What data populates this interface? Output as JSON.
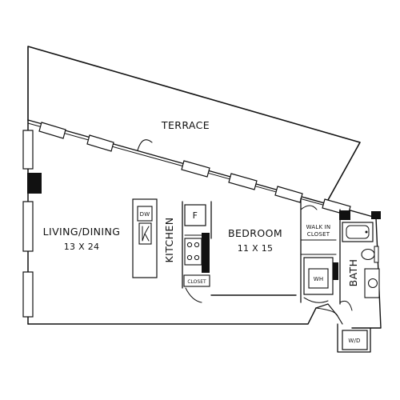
{
  "rooms": {
    "terrace": "TERRACE",
    "living_title": "LIVING/DINING",
    "living_dims": "13 X 24",
    "kitchen": "KITCHEN",
    "bedroom_title": "BEDROOM",
    "bedroom_dims": "11 X 15",
    "walkin_line1": "WALK IN",
    "walkin_line2": "CLOSET",
    "bath": "BATH",
    "closet": "CLOSET"
  },
  "fixtures": {
    "dishwasher": "DW",
    "fridge": "F",
    "water_heater": "WH",
    "washer_dryer": "W/D"
  }
}
